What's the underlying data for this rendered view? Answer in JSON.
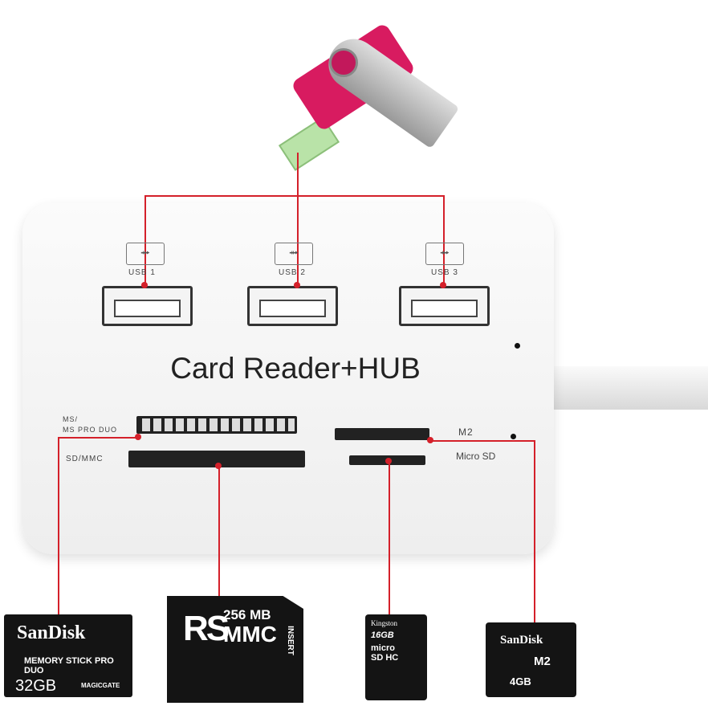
{
  "hub": {
    "title": "Card Reader+HUB",
    "usb_ports": [
      {
        "label": "USB 1",
        "icon": "usb-icon"
      },
      {
        "label": "USB 2",
        "icon": "usb-icon"
      },
      {
        "label": "USB 3",
        "icon": "usb-icon"
      }
    ],
    "slot_labels": {
      "ms": "MS/\nMS PRO DUO",
      "sd": "SD/MMC",
      "m2": "M2",
      "microsd": "Micro SD"
    }
  },
  "cards": {
    "ms": {
      "brand": "SanDisk",
      "type": "MEMORY STICK PRO DUO",
      "capacity": "32GB",
      "extra": "MAGICGATE"
    },
    "rsmmc": {
      "brand": "RS",
      "capacity": "256 MB",
      "type": "MMC",
      "extra": "INSERT"
    },
    "microsd": {
      "brand": "Kingston",
      "capacity": "16GB",
      "type": "micro SD HC"
    },
    "m2": {
      "brand": "SanDisk",
      "type": "M2",
      "capacity": "4GB"
    }
  },
  "colors": {
    "accent": "#d4202a",
    "flash": "#d81b60"
  }
}
